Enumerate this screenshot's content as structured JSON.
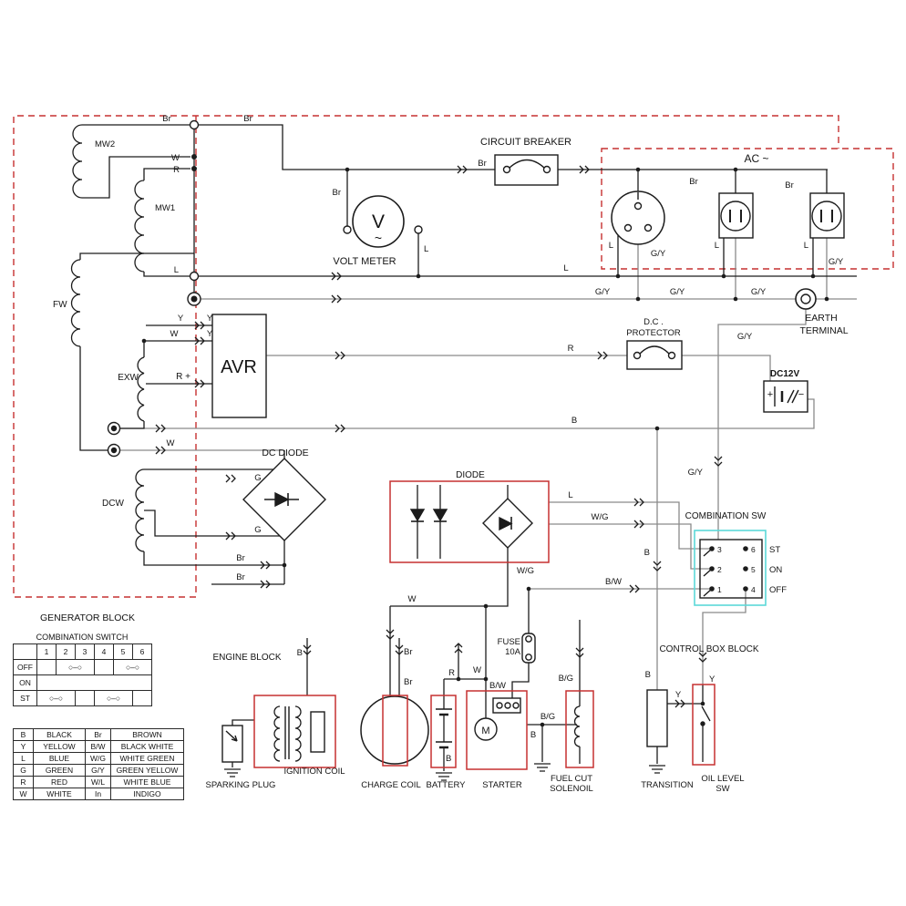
{
  "palette": {
    "red": "#c63030",
    "cyan": "#5cd9d9",
    "wire": "#1c1c1c",
    "wire_gray": "#8a8a8a"
  },
  "blocks": {
    "circuit_breaker": "CIRCUIT BREAKER",
    "volt_meter": "VOLT METER",
    "ac": "AC ~",
    "earth_line1": "EARTH",
    "earth_line2": "TERMINAL",
    "dc_protector_line1": "D.C .",
    "dc_protector_line2": "PROTECTOR",
    "dc12v": "DC12V",
    "avr": "AVR",
    "dc_diode": "DC DIODE",
    "diode": "DIODE",
    "combination_sw": "COMBINATION SW",
    "generator_block": "GENERATOR BLOCK",
    "engine_block": "ENGINE BLOCK",
    "control_box_block": "CONTROL BOX BLOCK",
    "fuse_line1": "FUSE",
    "fuse_line2": "10A",
    "sparking_plug": "SPARKING PLUG",
    "ignition_coil": "IGNITION COIL",
    "charge_coil": "CHARGE COIL",
    "battery": "BATTERY",
    "starter": "STARTER",
    "fuel_cut_line1": "FUEL CUT",
    "fuel_cut_line2": "SOLENOIL",
    "transition": "TRANSITION",
    "oil_level_line1": "OIL LEVEL",
    "oil_level_line2": "SW"
  },
  "coils": {
    "mw2": "MW2",
    "mw1": "MW1",
    "fw": "FW",
    "exw": "EXW",
    "dcw": "DCW"
  },
  "symbols": {
    "v": "V",
    "tilde": "~",
    "plus": "+",
    "minus": "−",
    "m": "M"
  },
  "switch": {
    "contacts": [
      "3",
      "6",
      "2",
      "5",
      "1",
      "4"
    ],
    "positions": [
      "ST",
      "ON",
      "OFF"
    ]
  },
  "wires": [
    "Br",
    "Br",
    "W",
    "R",
    "Br",
    "Br",
    "Br",
    "Br",
    "L",
    "L",
    "L",
    "L",
    "G/Y",
    "L",
    "L",
    "G/Y",
    "G/Y",
    "G/Y",
    "G/Y",
    "G/Y",
    "Y",
    "Y",
    "W",
    "Y",
    "R +",
    "R",
    "B",
    "W",
    "G",
    "G",
    "G/Y",
    "L",
    "W/G",
    "B",
    "Br",
    "Br",
    "W/G",
    "B/W",
    "W",
    "B",
    "Br",
    "Br",
    "R",
    "W",
    "B/W",
    "B/G",
    "B/G",
    "B",
    "B",
    "Y",
    "Y",
    "B"
  ],
  "comb_table": {
    "title": "COMBINATION SWITCH",
    "corner": "",
    "cols": [
      "1",
      "2",
      "3",
      "4",
      "5",
      "6"
    ],
    "rows": [
      {
        "label": "OFF",
        "cells": [
          {
            "t": ""
          },
          {
            "t": "○–○"
          },
          {
            "t": ""
          },
          {
            "t": "○–○"
          }
        ]
      },
      {
        "label": "ON",
        "cells": [
          {
            "t": ""
          }
        ]
      },
      {
        "label": "ST",
        "cells": [
          {
            "t": "○–○"
          },
          {
            "t": ""
          },
          {
            "t": "○–○"
          },
          {
            "t": ""
          }
        ]
      }
    ]
  },
  "legend": {
    "rows": [
      [
        "B",
        "BLACK",
        "Br",
        "BROWN"
      ],
      [
        "Y",
        "YELLOW",
        "B/W",
        "BLACK  WHITE"
      ],
      [
        "L",
        "BLUE",
        "W/G",
        "WHITE GREEN"
      ],
      [
        "G",
        "GREEN",
        "G/Y",
        "GREEN YELLOW"
      ],
      [
        "R",
        "RED",
        "W/L",
        "WHITE BLUE"
      ],
      [
        "W",
        "WHITE",
        "In",
        "INDIGO"
      ]
    ]
  }
}
